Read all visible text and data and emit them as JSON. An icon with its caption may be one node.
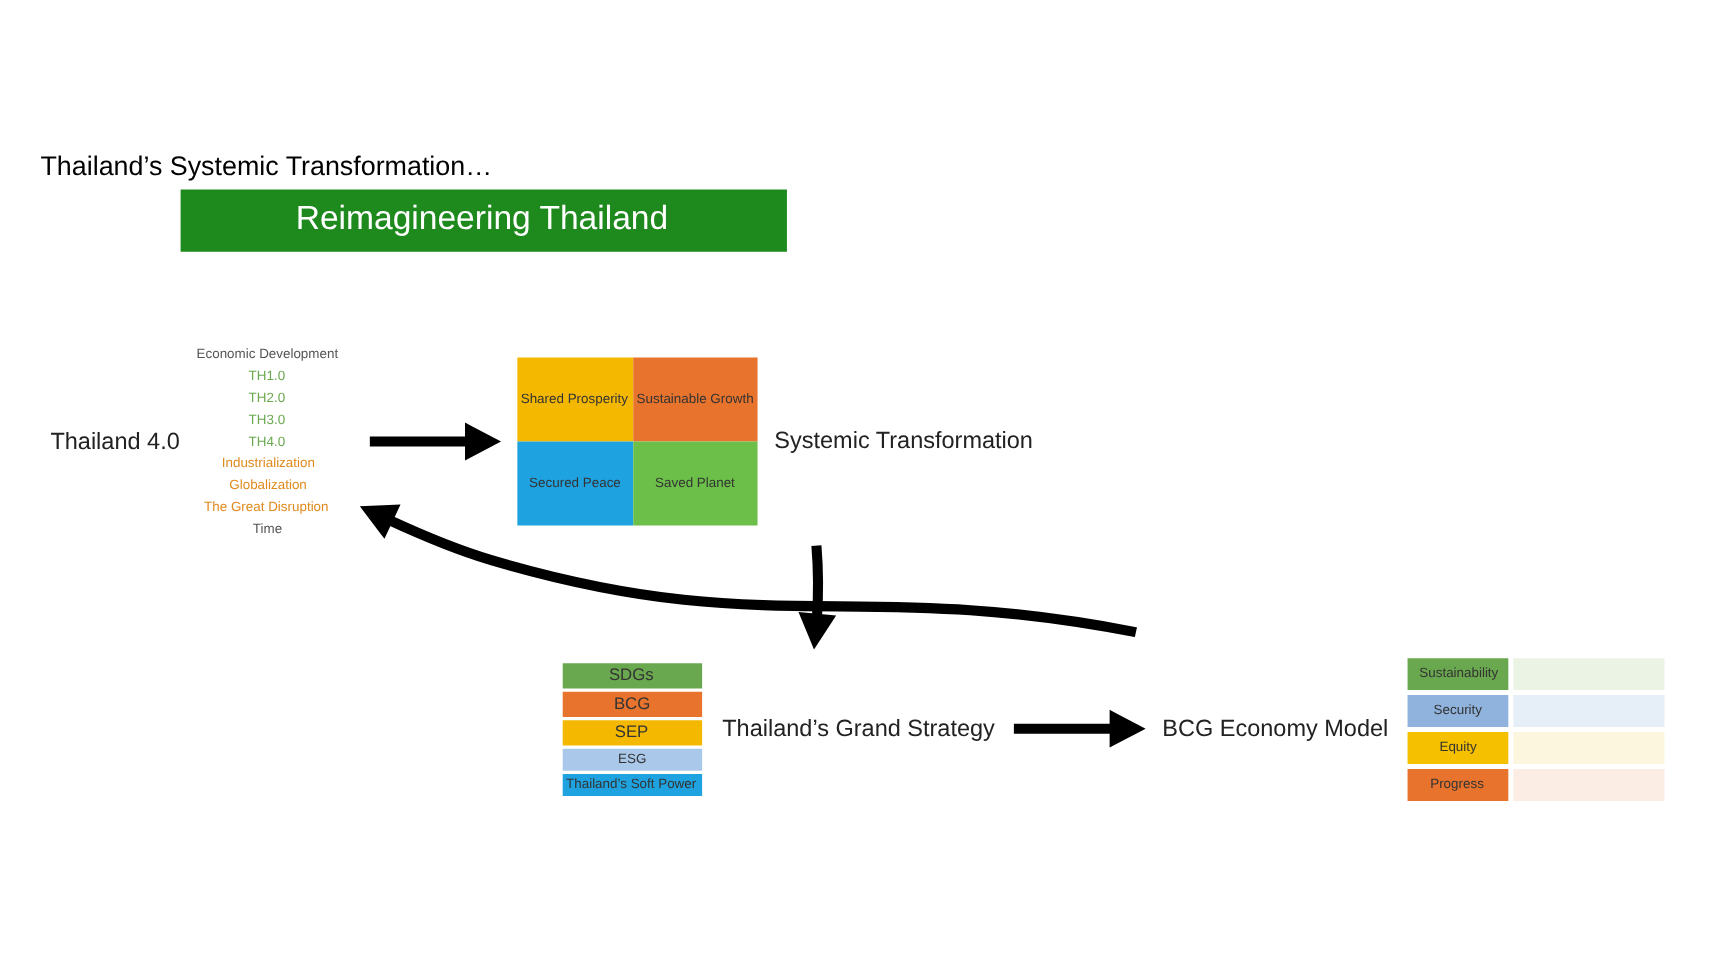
{
  "diagram": {
    "title": "Thailand’s Systemic Transformation…",
    "nodes": [
      {
        "text": [
          "Economic Development",
          "TH1.0",
          "TH2.0",
          "TH3.0",
          "TH4.0",
          "Industrialization",
          "Globalization",
          "The Great Disruption",
          "Time"
        ],
        "beside": [
          "Thailand 4.0"
        ]
      },
      {
        "text": [
          "Shared Prosperity",
          "Sustainable Growth",
          "Secured Peace",
          "Saved Planet"
        ],
        "beside": [
          "Systemic Transformation"
        ]
      },
      {
        "text": [
          "SDGs",
          "BCG",
          "SEP",
          "ESG",
          "Thailand’s Soft Power"
        ],
        "beside": [
          "Thailand’s Grand Strategy"
        ]
      },
      {
        "text": [
          "Sustainability",
          "Security",
          "Equity",
          "Progress"
        ],
        "beside": [
          "BCG Economy Model"
        ]
      },
      {
        "text": [
          "Reimagineering Thailand"
        ]
      }
    ],
    "edges": [
      {
        "from": 0,
        "to": 1,
        "arrow": "to"
      },
      {
        "from": 1,
        "to": 2,
        "arrow": "to"
      },
      {
        "from": 2,
        "to": 3,
        "arrow": "to"
      },
      {
        "from": 3,
        "to": 0,
        "arrow": "to"
      }
    ]
  }
}
